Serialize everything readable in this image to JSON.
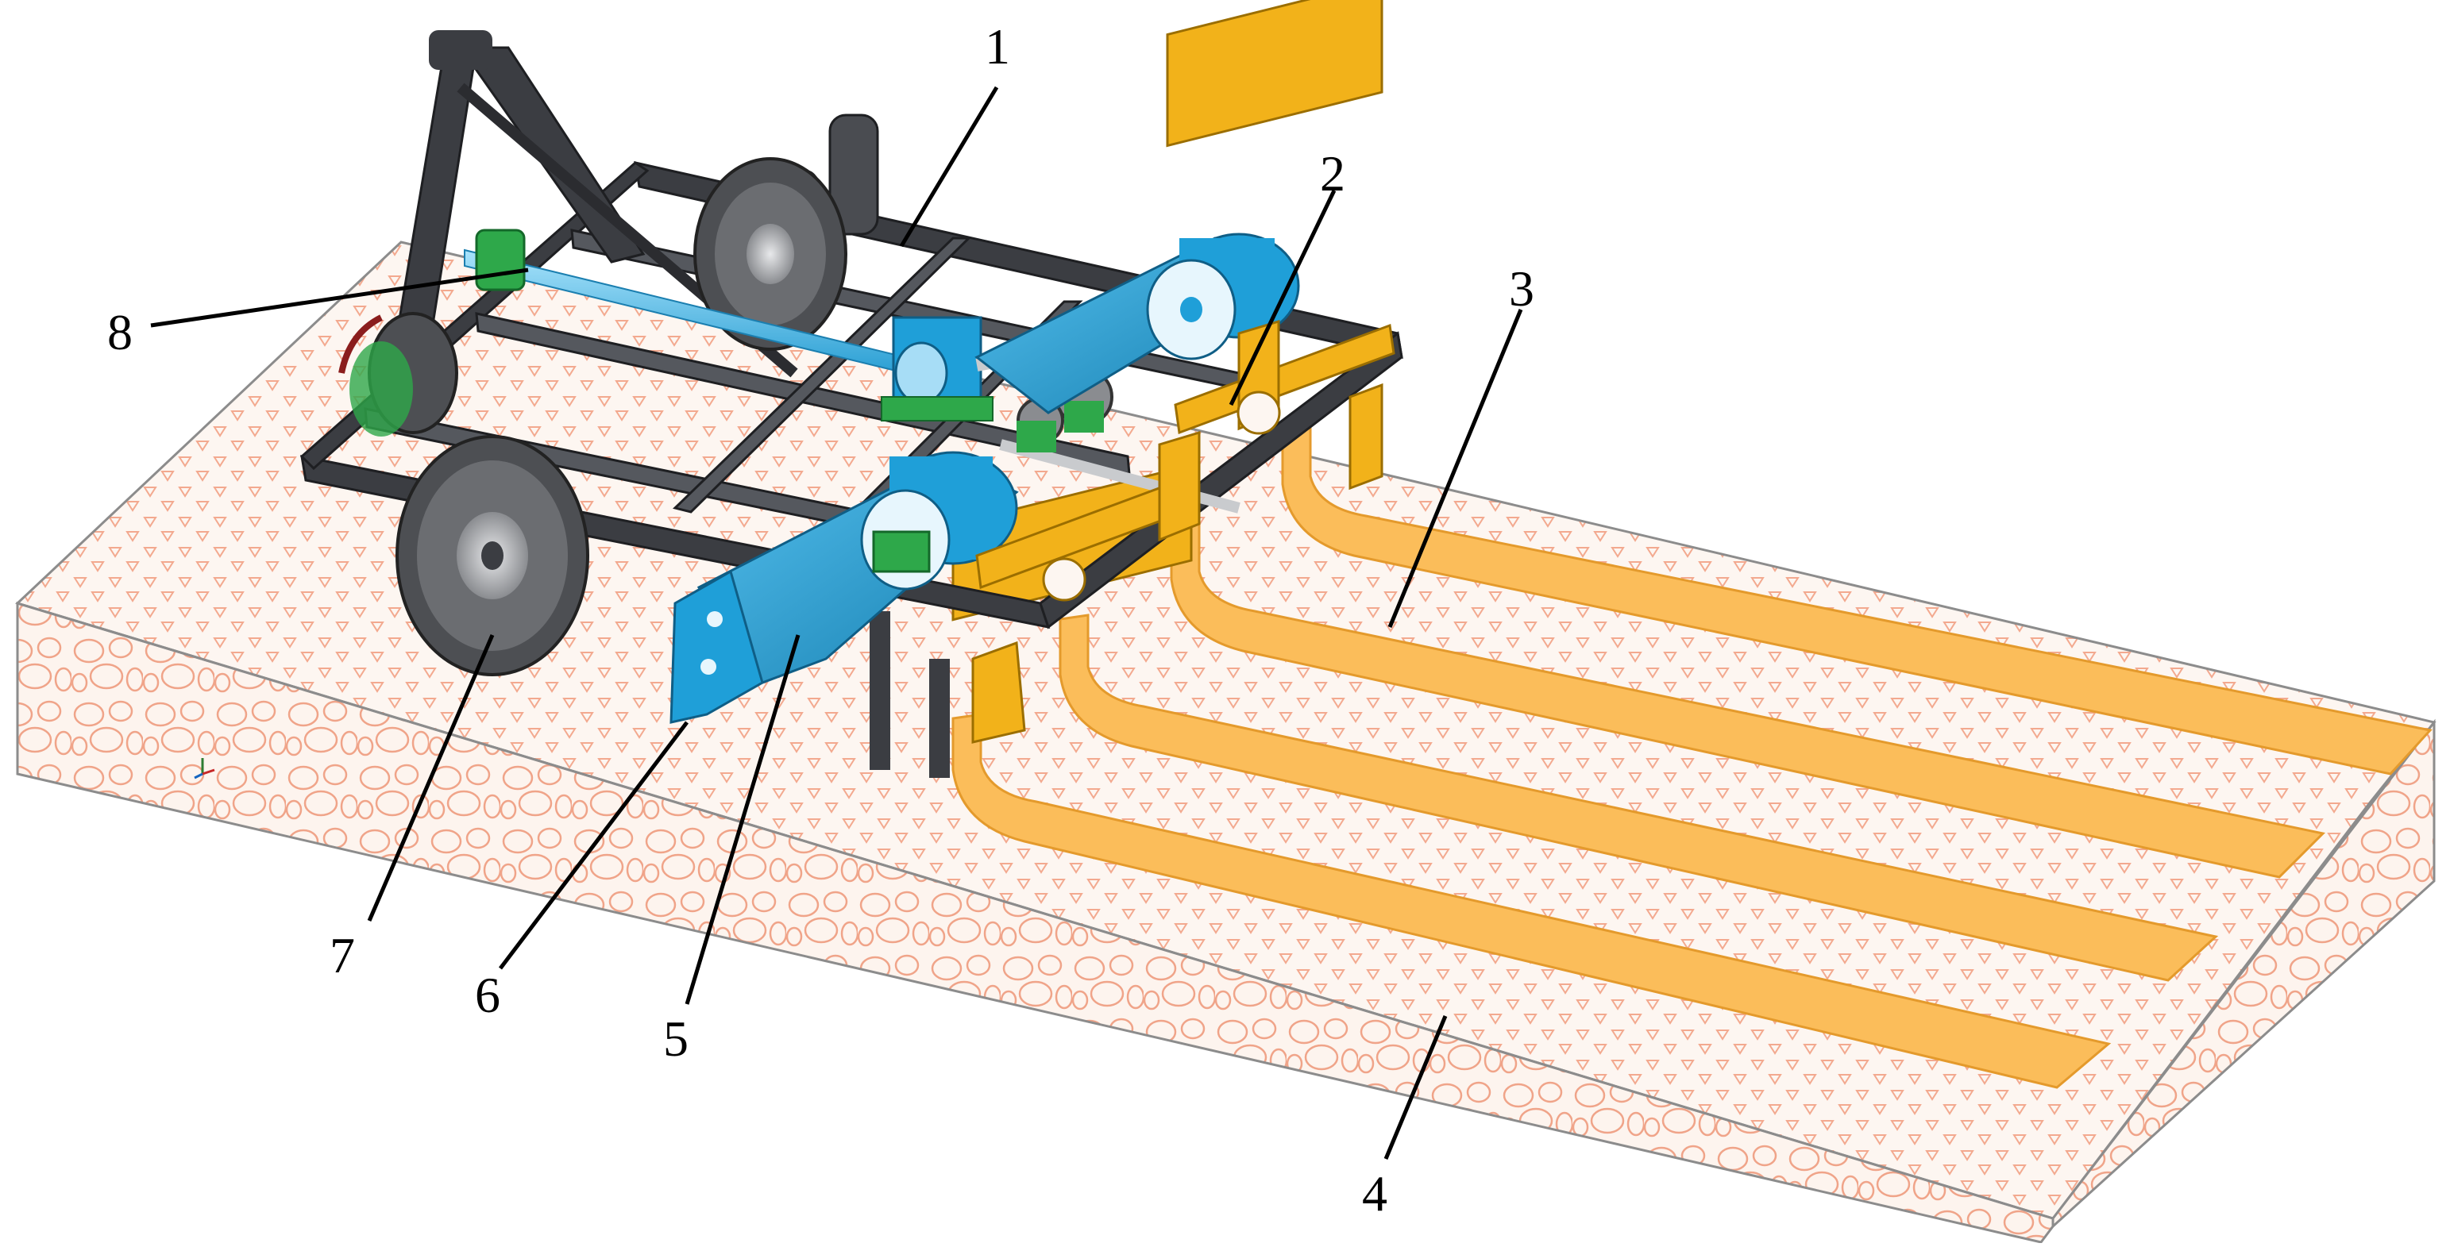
{
  "colors": {
    "soil_face": "#fdf4ee",
    "soil_pattern": "#f0a489",
    "soil_top": "#fdf6f1",
    "soil_top_pattern": "#f3a98f",
    "trench": "#fbbd5a",
    "trench_dark": "#f0a93e",
    "frame": "#3b3d42",
    "blue_part": "#1f9fd8",
    "blue_dark": "#177fae",
    "wheel": "#4d4f53",
    "green_part": "#2ea84a",
    "gold_part": "#f2b21a"
  },
  "callouts": [
    {
      "id": "1",
      "text": "1"
    },
    {
      "id": "2",
      "text": "2"
    },
    {
      "id": "3",
      "text": "3"
    },
    {
      "id": "4",
      "text": "4"
    },
    {
      "id": "5",
      "text": "5"
    },
    {
      "id": "6",
      "text": "6"
    },
    {
      "id": "7",
      "text": "7"
    },
    {
      "id": "8",
      "text": "8"
    }
  ]
}
